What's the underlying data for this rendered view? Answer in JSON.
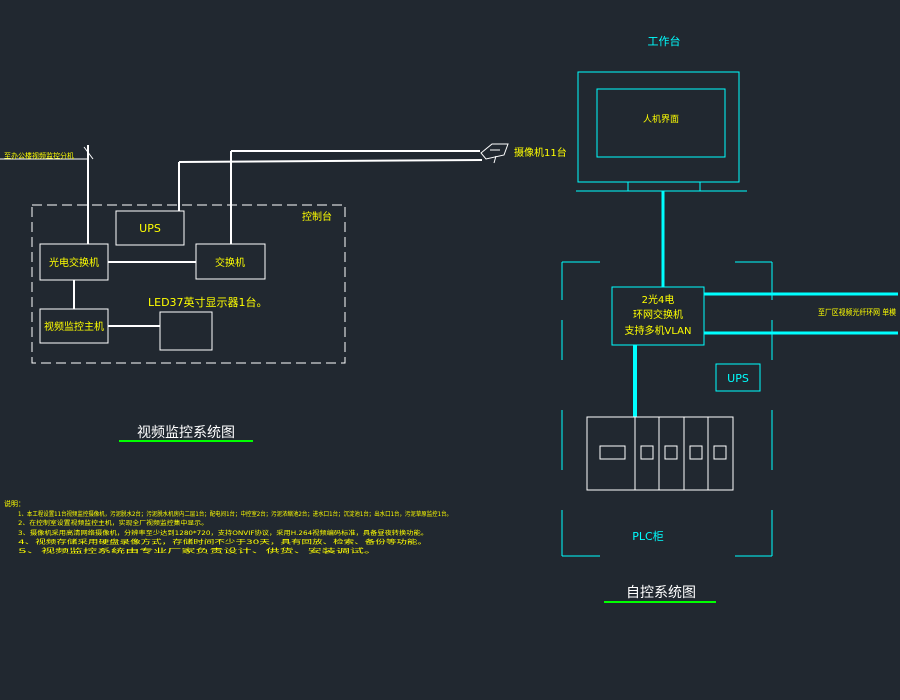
{
  "colors": {
    "background": "#212830",
    "white": "#ffffff",
    "yellow": "#ffff00",
    "cyan": "#00ffff",
    "green": "#00ff00"
  },
  "video": {
    "top_link_label": "至办公楼视频监控分机",
    "camera_label": "摄像机11台",
    "console_label": "控制台",
    "ups_label": "UPS",
    "optical_switch_label": "光电交换机",
    "switch_label": "交换机",
    "display_label": "LED37英寸显示器1台。",
    "nvr_label": "视频监控主机",
    "title": "视频监控系统图"
  },
  "notes": {
    "heading": "说明：",
    "items": [
      "1、本工程设置11台视频监控摄像机，污泥脱水2台；污泥脱水机房内二层1台；配电间1台；中控室2台；污泥浓缩池2台；进水口1台；沉淀池1台；出水口1台，污泥草原监控1台。",
      "2、在控制室设置视频监控主机，实现全厂视频监控集中显示。",
      "3、摄像机采用高清网络摄像机，分辨率至少达到1280*720，支持ONVIF协议，采用H.264视频编码标准，具备昼夜转换功能。",
      "4、视频存储采用硬盘录像方式，存储时间不少于30天，具有回放、检索、备份等功能。",
      "5、视频监控系统由专业厂家负责设计、供货、安装调试。"
    ]
  },
  "control": {
    "workstation_label": "工作台",
    "hmi_label": "人机界面",
    "switch_lines": [
      "2光4电",
      "环网交换机",
      "支持多机VLAN"
    ],
    "plant_link_label": "至厂区视频光纤环网 单模",
    "ups_label": "UPS",
    "plc_label": "PLC柜",
    "title": "自控系统图"
  }
}
